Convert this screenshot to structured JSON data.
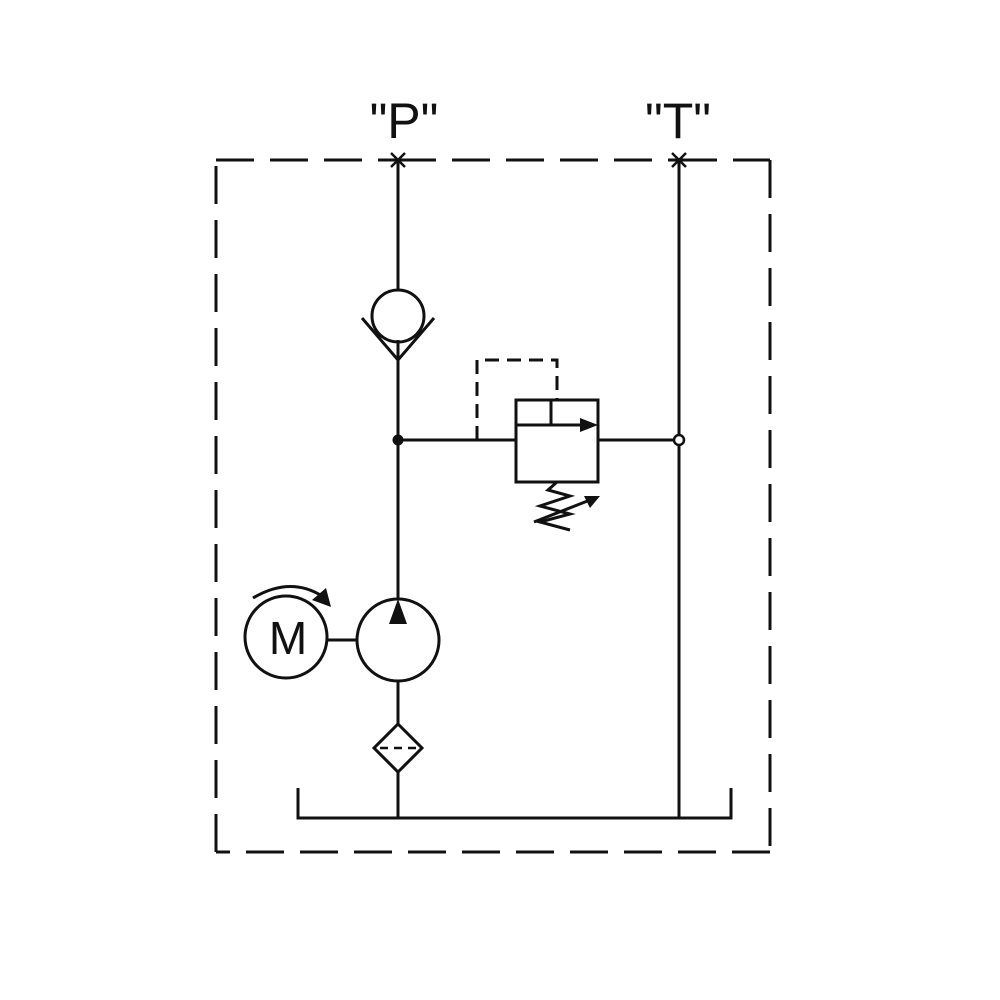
{
  "ports": {
    "pressure_label": "\"P\"",
    "tank_label": "\"T\""
  },
  "motor": {
    "label": "M"
  },
  "colors": {
    "line": "#111111",
    "background": "#ffffff"
  }
}
